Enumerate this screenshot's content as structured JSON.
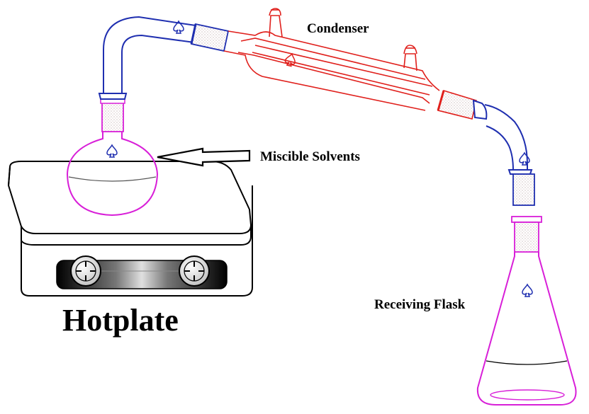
{
  "labels": {
    "condenser": "Condenser",
    "miscible_solvents": "Miscible Solvents",
    "receiving_flask": "Receiving Flask",
    "hotplate": "Hotplate"
  },
  "colors": {
    "adapter_glass": "#1f2fb0",
    "condenser_glass": "#e0201c",
    "flask_glass": "#d81fd8",
    "outline": "#000000"
  },
  "icons": [
    "spade-icon",
    "knob-icon",
    "arrow-icon"
  ]
}
